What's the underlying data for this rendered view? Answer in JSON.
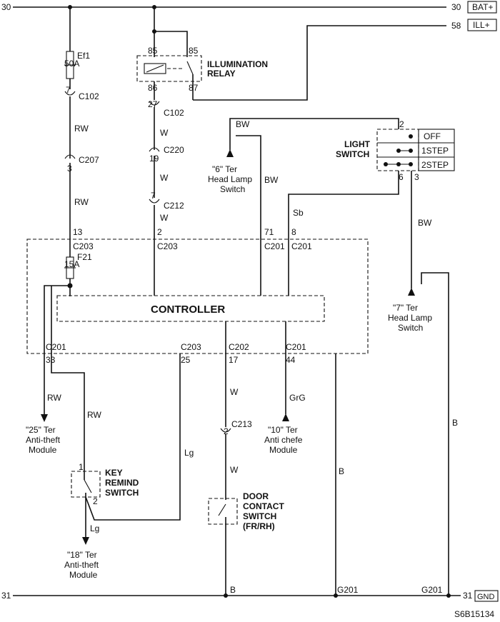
{
  "rails": {
    "top_left": "30",
    "top_right": "30",
    "bat": "BAT+",
    "ill_num": "58",
    "ill": "ILL+",
    "bottom_left": "31",
    "bottom_right": "31",
    "gnd": "GND"
  },
  "fuses": {
    "ef1_name": "Ef1",
    "ef1_rating": "50A",
    "f21_name": "F21",
    "f21_rating": "15A"
  },
  "relay": {
    "title_line1": "ILLUMINATION",
    "title_line2": "RELAY",
    "pin_85a": "85",
    "pin_85b": "85",
    "pin_86": "86",
    "pin_87": "87"
  },
  "connectors": {
    "c102_a_pin": "7",
    "c102_a": "C102",
    "c207_pin": "3",
    "c207": "C207",
    "c102_b_pin": "27",
    "c102_b": "C102",
    "c220_pin": "19",
    "c220": "C220",
    "c212_pin": "7",
    "c212": "C212",
    "c213_pin": "2",
    "c213": "C213"
  },
  "wires": {
    "rw1": "RW",
    "rw2": "RW",
    "w1": "W",
    "w2": "W",
    "w3": "W",
    "bw_top": "BW",
    "bw_mid": "BW",
    "sb": "Sb",
    "bw_right": "BW",
    "rw3": "RW",
    "rw4": "RW",
    "lg1": "Lg",
    "lg2": "Lg",
    "w4": "W",
    "w5": "W",
    "grg": "GrG",
    "b1": "B",
    "b2": "B",
    "b3": "B"
  },
  "controller": {
    "title": "CONTROLLER",
    "top_pins": [
      {
        "pin": "13",
        "conn": "C203"
      },
      {
        "pin": "2",
        "conn": "C203"
      },
      {
        "pin": "71",
        "conn": "C201"
      },
      {
        "pin": "8",
        "conn": "C201"
      }
    ],
    "bottom_pins": [
      {
        "conn": "C201",
        "pin": "33"
      },
      {
        "conn": "C203",
        "pin": "25"
      },
      {
        "conn": "C202",
        "pin": "17"
      },
      {
        "conn": "C201",
        "pin": "44"
      }
    ]
  },
  "light_switch": {
    "title_line1": "LIGHT",
    "title_line2": "SWITCH",
    "positions": [
      "OFF",
      "1STEP",
      "2STEP"
    ],
    "pin_top": "2",
    "pin_6": "6",
    "pin_3": "3"
  },
  "terminals": {
    "t6": [
      "\"6\" Ter",
      "Head Lamp",
      "Switch"
    ],
    "t7": [
      "\"7\" Ter",
      "Head Lamp",
      "Switch"
    ],
    "t25": [
      "\"25\" Ter",
      "Anti-theft",
      "Module"
    ],
    "t10": [
      "\"10\" Ter",
      "Anti chefe",
      "Module"
    ],
    "t18": [
      "\"18\" Ter",
      "Anti-theft",
      "Module"
    ]
  },
  "key_switch": {
    "line1": "KEY",
    "line2": "REMIND",
    "line3": "SWITCH",
    "pin1": "1",
    "pin2": "2"
  },
  "door_switch": {
    "line1": "DOOR",
    "line2": "CONTACT",
    "line3": "SWITCH",
    "line4": "(FR/RH)"
  },
  "grounds": {
    "g201_a": "G201",
    "g201_b": "G201"
  },
  "figure_code": "S6B15134"
}
